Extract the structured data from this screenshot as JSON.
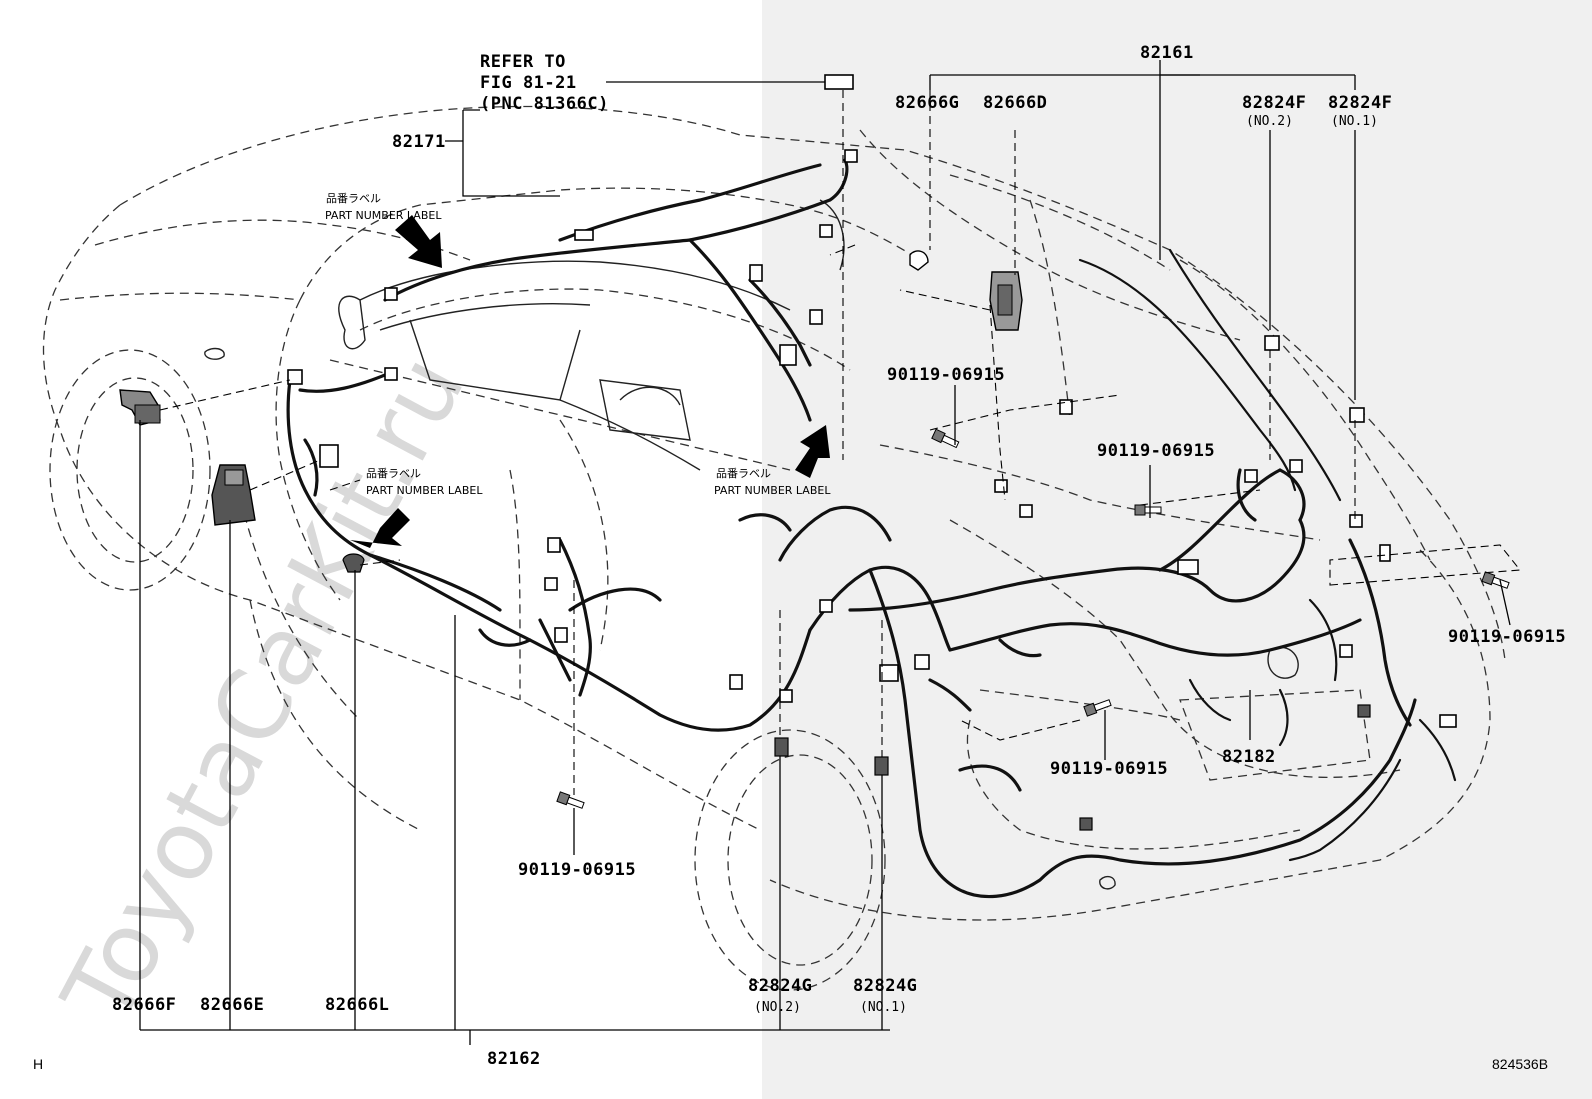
{
  "diagram": {
    "part_labels": {
      "p82161": "82161",
      "p82171": "82171",
      "p82666G": "82666G",
      "p82666D": "82666D",
      "p82824F_2": "82824F",
      "p82824F_1": "82824F",
      "no2_top": "(NO.2)",
      "no1_top": "(NO.1)",
      "bolt_a": "90119-06915",
      "bolt_b": "90119-06915",
      "bolt_c": "90119-06915",
      "bolt_d": "90119-06915",
      "bolt_e": "90119-06915",
      "p82182": "82182",
      "p82666F": "82666F",
      "p82666E": "82666E",
      "p82666L": "82666L",
      "p82824G_2": "82824G",
      "p82824G_1": "82824G",
      "no2_bottom": "(NO.2)",
      "no1_bottom": "(NO.1)",
      "p82162": "82162"
    },
    "refer": {
      "line1": "REFER TO",
      "line2": "FIG 81-21",
      "line3": "(PNC 81366C)"
    },
    "part_number_label": {
      "jp": "品番ラベル",
      "en": "PART NUMBER LABEL"
    },
    "watermark": "ToyotaCarKit.ru",
    "corner_left": "H",
    "corner_right": "824536B"
  },
  "colors": {
    "background": "#ffffff",
    "shade_panel": "#f0f0f0",
    "ink": "#000000",
    "watermark": "#d9d9d9"
  }
}
